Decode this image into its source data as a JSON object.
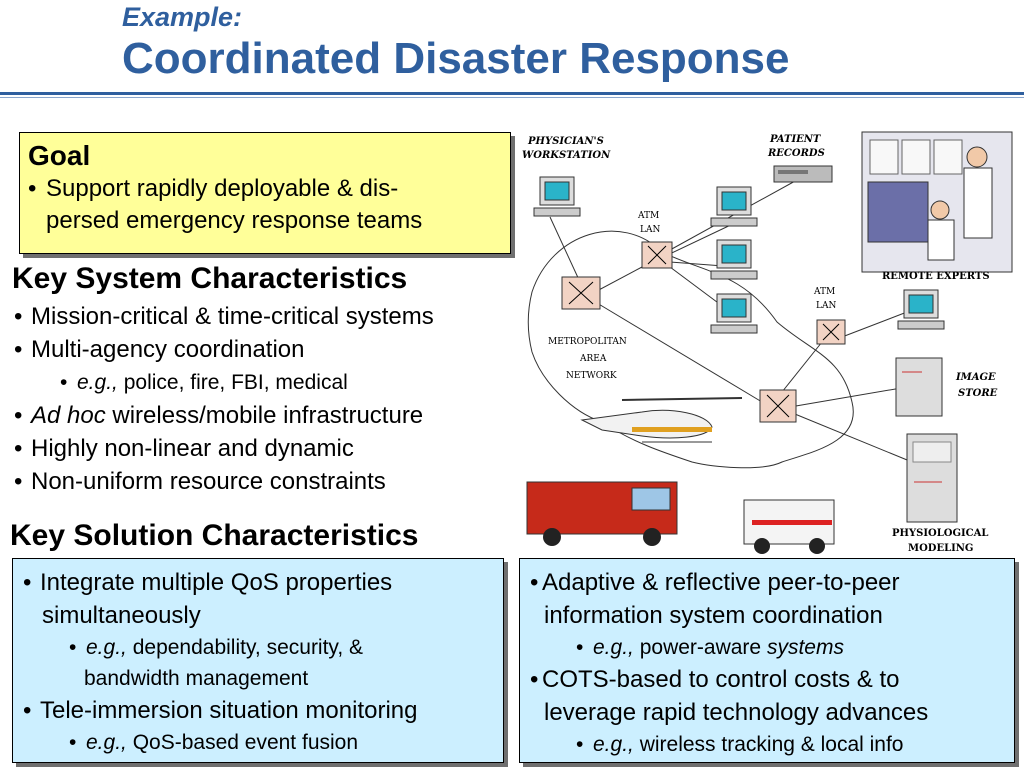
{
  "title": {
    "subtitle": "Example:",
    "main": "Coordinated Disaster Response"
  },
  "goal": {
    "heading": "Goal",
    "line1": "Support rapidly deployable & dis-",
    "line2": "persed emergency response teams"
  },
  "system": {
    "heading": "Key System Characteristics",
    "items": [
      "Mission-critical & time-critical systems",
      "Multi-agency coordination"
    ],
    "sub_eg": "e.g.,",
    "sub_text": " police, fire, FBI, medical",
    "adhoc_italic": "Ad hoc",
    "adhoc_rest": " wireless/mobile infrastructure",
    "items2": [
      "Highly non-linear and dynamic",
      "Non-uniform resource constraints"
    ]
  },
  "solution": {
    "heading": "Key Solution Characteristics",
    "left": {
      "item1_line1": "Integrate multiple QoS properties",
      "item1_line2": "simultaneously",
      "sub1_eg": "e.g.,",
      "sub1_line1": " dependability, security, &",
      "sub1_line2": "bandwidth management",
      "item2": "Tele-immersion situation monitoring",
      "sub2_eg": "e.g.,",
      "sub2_text": " QoS-based event fusion"
    },
    "right": {
      "item1_line1": "Adaptive & reflective peer-to-peer",
      "item1_line2": "information system coordination",
      "sub1_eg": "e.g.,",
      "sub1_text": " power-aware ",
      "sub1_italic": "systems",
      "item2_line1": "COTS-based to control costs & to",
      "item2_line2": "leverage rapid technology advances",
      "sub2_eg": "e.g.,",
      "sub2_text": " wireless tracking & local info"
    }
  },
  "diagram": {
    "physician_ws_1": "PHYSICIAN'S",
    "physician_ws_2": "WORKSTATION",
    "patient_1": "PATIENT",
    "patient_2": "RECORDS",
    "atm1_1": "ATM",
    "atm1_2": "LAN",
    "atm2_1": "ATM",
    "atm2_2": "LAN",
    "remote": "REMOTE EXPERTS",
    "metro_1": "METROPOLITAN",
    "metro_2": "AREA",
    "metro_3": "NETWORK",
    "image_1": "IMAGE",
    "image_2": "STORE",
    "physio_1": "PHYSIOLOGICAL",
    "physio_2": "MODELING",
    "colors": {
      "title": "#2f5f9e",
      "goal_box": "#ffff99",
      "solution_box": "#ccefff",
      "switch": "#f2d3c4"
    }
  }
}
